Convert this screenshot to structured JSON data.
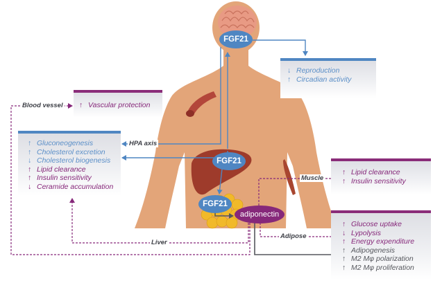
{
  "colors": {
    "fgf21_blue": "#4f86c2",
    "adiponectin_purple": "#86287a",
    "body_skin": "#e3a579",
    "organ_red": "#9e3b2b",
    "fat_yellow": "#f1b92a",
    "text_gray": "#55575d"
  },
  "nodes": {
    "fgf21_brain": "FGF21",
    "fgf21_liver": "FGF21",
    "fgf21_adipose": "FGF21",
    "adiponectin": "adiponectin"
  },
  "edge_labels": {
    "blood_vessel": "Blood vessel",
    "hpa_axis": "HPA axis",
    "muscle": "Muscle",
    "adipose": "Adipose",
    "liver": "Liver"
  },
  "boxes": {
    "brain": {
      "items": [
        {
          "direction": "down",
          "arrow": "↓",
          "text": "Reproduction",
          "color": "blue"
        },
        {
          "direction": "up",
          "arrow": "↑",
          "text": "Circadian activity",
          "color": "blue"
        }
      ]
    },
    "vascular": {
      "items": [
        {
          "direction": "up",
          "arrow": "↑",
          "text": "Vascular protection",
          "color": "purple"
        }
      ]
    },
    "liver": {
      "items": [
        {
          "direction": "up",
          "arrow": "↑",
          "text": "Gluconeogenesis",
          "color": "blue"
        },
        {
          "direction": "up",
          "arrow": "↑",
          "text": "Cholesterol excretion",
          "color": "blue"
        },
        {
          "direction": "down",
          "arrow": "↓",
          "text": "Cholesterol biogenesis",
          "color": "blue"
        },
        {
          "direction": "up",
          "arrow": "↑",
          "text": "Lipid clearance",
          "color": "purple"
        },
        {
          "direction": "up",
          "arrow": "↑",
          "text": "Insulin sensitivity",
          "color": "purple"
        },
        {
          "direction": "down",
          "arrow": "↓",
          "text": "Ceramide accumulation",
          "color": "purple"
        }
      ]
    },
    "muscle": {
      "items": [
        {
          "direction": "up",
          "arrow": "↑",
          "text": "Lipid clearance",
          "color": "purple"
        },
        {
          "direction": "up",
          "arrow": "↑",
          "text": "Insulin sensitivity",
          "color": "purple"
        }
      ]
    },
    "adipose": {
      "items": [
        {
          "direction": "up",
          "arrow": "↑",
          "text": "Glucose uptake",
          "color": "purple"
        },
        {
          "direction": "down",
          "arrow": "↓",
          "text": "Lypolysis",
          "color": "purple"
        },
        {
          "direction": "up",
          "arrow": "↑",
          "text": "Energy expenditure",
          "color": "purple"
        },
        {
          "direction": "up",
          "arrow": "↑",
          "text": "Adipogenesis",
          "color": "gray"
        },
        {
          "direction": "up",
          "arrow": "↑",
          "text": "M2 Mφ polarization",
          "color": "gray"
        },
        {
          "direction": "up",
          "arrow": "↑",
          "text": "M2 Mφ proliferation",
          "color": "gray"
        }
      ]
    }
  }
}
